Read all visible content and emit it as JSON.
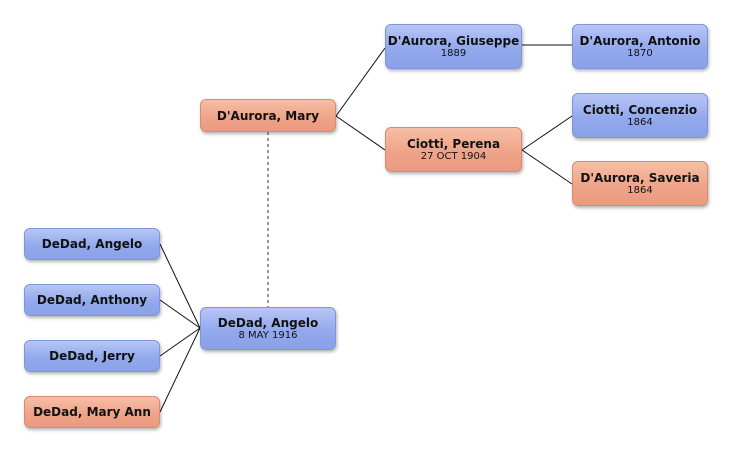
{
  "people": {
    "mary_daurora": {
      "name": "D'Aurora, Mary",
      "date": "",
      "sex": "female"
    },
    "giuseppe_daurora": {
      "name": "D'Aurora, Giuseppe",
      "date": "1889",
      "sex": "male"
    },
    "antonio_daurora": {
      "name": "D'Aurora, Antonio",
      "date": "1870",
      "sex": "male"
    },
    "perena_ciotti": {
      "name": "Ciotti, Perena",
      "date": "27 OCT 1904",
      "sex": "female"
    },
    "concenzio_ciotti": {
      "name": "Ciotti, Concenzio",
      "date": "1864",
      "sex": "male"
    },
    "saveria_daurora": {
      "name": "D'Aurora, Saveria",
      "date": "1864",
      "sex": "female"
    },
    "angelo_dedad_sr": {
      "name": "DeDad, Angelo",
      "date": "8 MAY 1916",
      "sex": "male"
    },
    "angelo_dedad_jr": {
      "name": "DeDad, Angelo",
      "date": "",
      "sex": "male"
    },
    "anthony_dedad": {
      "name": "DeDad, Anthony",
      "date": "",
      "sex": "male"
    },
    "jerry_dedad": {
      "name": "DeDad, Jerry",
      "date": "",
      "sex": "male"
    },
    "mary_ann_dedad": {
      "name": "DeDad, Mary Ann",
      "date": "",
      "sex": "female"
    }
  },
  "colors": {
    "male_fill": "#93a9ec",
    "female_fill": "#efa48a",
    "connector": "#111111",
    "spouse_link": "#777777"
  },
  "relationships": {
    "parent_links": [
      [
        "mary_daurora",
        "giuseppe_daurora"
      ],
      [
        "mary_daurora",
        "perena_ciotti"
      ],
      [
        "giuseppe_daurora",
        "antonio_daurora"
      ],
      [
        "perena_ciotti",
        "concenzio_ciotti"
      ],
      [
        "perena_ciotti",
        "saveria_daurora"
      ],
      [
        "angelo_dedad_jr",
        "angelo_dedad_sr"
      ],
      [
        "anthony_dedad",
        "angelo_dedad_sr"
      ],
      [
        "jerry_dedad",
        "angelo_dedad_sr"
      ],
      [
        "mary_ann_dedad",
        "angelo_dedad_sr"
      ]
    ],
    "spouse_links": [
      [
        "mary_daurora",
        "angelo_dedad_sr"
      ]
    ]
  }
}
